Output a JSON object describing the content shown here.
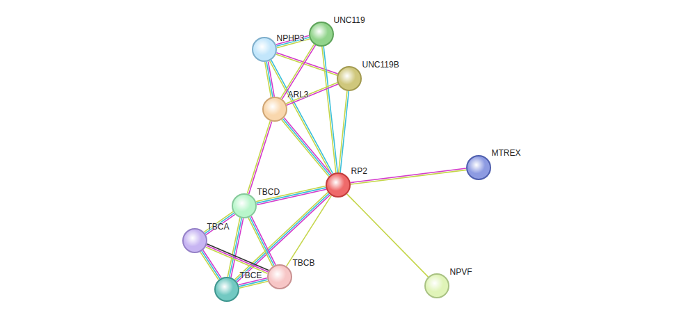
{
  "diagram": {
    "nodes": [
      {
        "text": [
          "NPHP3"
        ]
      },
      {
        "text": [
          "UNC119"
        ]
      },
      {
        "text": [
          "UNC119B"
        ]
      },
      {
        "text": [
          "ARL3"
        ]
      },
      {
        "text": [
          "RP2"
        ]
      },
      {
        "text": [
          "MTREX"
        ]
      },
      {
        "text": [
          "TBCD"
        ]
      },
      {
        "text": [
          "TBCA"
        ]
      },
      {
        "text": [
          "TBCB"
        ]
      },
      {
        "text": [
          "TBCE"
        ]
      },
      {
        "text": [
          "NPVF"
        ]
      }
    ],
    "edges": [
      {
        "from": 0,
        "to": 1,
        "arrow": "none"
      },
      {
        "from": 0,
        "to": 2,
        "arrow": "none"
      },
      {
        "from": 0,
        "to": 3,
        "arrow": "none"
      },
      {
        "from": 0,
        "to": 4,
        "arrow": "none"
      },
      {
        "from": 1,
        "to": 3,
        "arrow": "none"
      },
      {
        "from": 1,
        "to": 4,
        "arrow": "none"
      },
      {
        "from": 2,
        "to": 3,
        "arrow": "none"
      },
      {
        "from": 2,
        "to": 4,
        "arrow": "none"
      },
      {
        "from": 3,
        "to": 4,
        "arrow": "none"
      },
      {
        "from": 3,
        "to": 6,
        "arrow": "none"
      },
      {
        "from": 4,
        "to": 5,
        "arrow": "none"
      },
      {
        "from": 4,
        "to": 10,
        "arrow": "none"
      },
      {
        "from": 4,
        "to": 6,
        "arrow": "none"
      },
      {
        "from": 4,
        "to": 9,
        "arrow": "none"
      },
      {
        "from": 4,
        "to": 8,
        "arrow": "none"
      },
      {
        "from": 6,
        "to": 7,
        "arrow": "none"
      },
      {
        "from": 6,
        "to": 9,
        "arrow": "none"
      },
      {
        "from": 6,
        "to": 8,
        "arrow": "none"
      },
      {
        "from": 7,
        "to": 9,
        "arrow": "none"
      },
      {
        "from": 7,
        "to": 8,
        "arrow": "none"
      },
      {
        "from": 9,
        "to": 8,
        "arrow": "none"
      }
    ]
  }
}
